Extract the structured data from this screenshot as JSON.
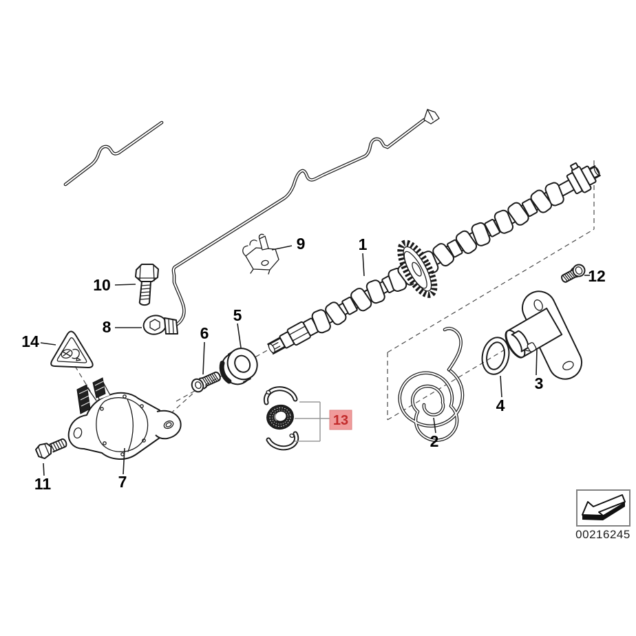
{
  "diagram": {
    "stamp_code": "00216245",
    "labels": {
      "p1": "1",
      "p2": "2",
      "p3": "3",
      "p4": "4",
      "p5": "5",
      "p6": "6",
      "p7": "7",
      "p8": "8",
      "p9": "9",
      "p10": "10",
      "p11": "11",
      "p12": "12",
      "p14": "14"
    },
    "highlight": {
      "label": "13",
      "box_fill": "#F09B9B",
      "box_border": "#DE8282",
      "text_color": "#C22B2B"
    },
    "colors": {
      "line": "#1a1a1a",
      "leader_gray": "#979797",
      "background": "#ffffff"
    }
  }
}
